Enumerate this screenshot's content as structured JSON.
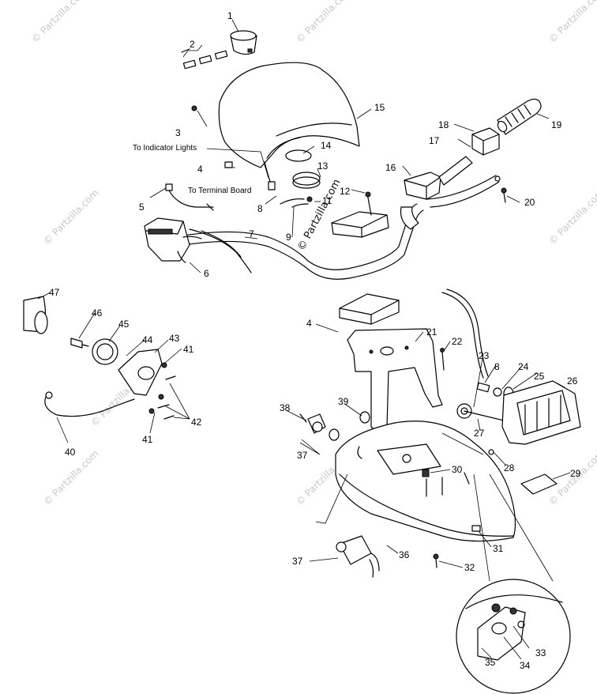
{
  "watermark": {
    "text": "© Partzilla.com"
  },
  "notes": {
    "indicator": "To Indicator Lights",
    "terminal": "To Terminal Board"
  },
  "callouts": {
    "c1": "1",
    "c2": "2",
    "c3": "3",
    "c4a": "4",
    "c4b": "4",
    "c5": "5",
    "c6": "6",
    "c7": "7",
    "c8a": "8",
    "c8b": "8",
    "c9": "9",
    "c11": "11",
    "c12": "12",
    "c13": "13",
    "c14": "14",
    "c15": "15",
    "c16": "16",
    "c17": "17",
    "c18": "18",
    "c19": "19",
    "c20": "20",
    "c21": "21",
    "c22": "22",
    "c23": "23",
    "c24": "24",
    "c25": "25",
    "c26": "26",
    "c27": "27",
    "c28": "28",
    "c29": "29",
    "c30": "30",
    "c31": "31",
    "c32": "32",
    "c33": "33",
    "c34": "34",
    "c35": "35",
    "c36": "36",
    "c37a": "37",
    "c37b": "37",
    "c38": "38",
    "c39": "39",
    "c40": "40",
    "c41a": "41",
    "c41b": "41",
    "c42": "42",
    "c43": "43",
    "c44": "44",
    "c45": "45",
    "c46": "46",
    "c47": "47"
  }
}
